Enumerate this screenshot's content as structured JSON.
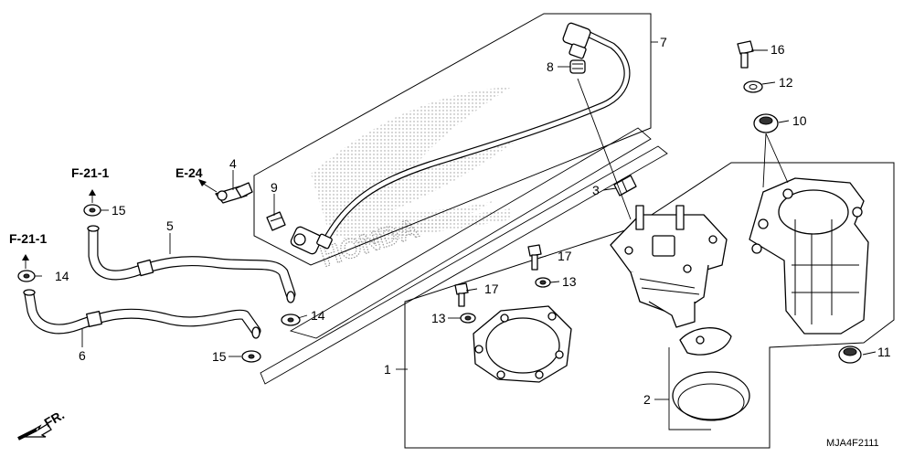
{
  "diagram": {
    "drawing_code": "MJA4F2111",
    "front_label": "FR.",
    "references": [
      {
        "id": "ref-f21-1-upper",
        "text": "F-21-1"
      },
      {
        "id": "ref-f21-1-lower",
        "text": "F-21-1"
      },
      {
        "id": "ref-e24",
        "text": "E-24"
      }
    ],
    "callouts": [
      {
        "number": "1"
      },
      {
        "number": "2"
      },
      {
        "number": "3"
      },
      {
        "number": "4"
      },
      {
        "number": "5"
      },
      {
        "number": "6"
      },
      {
        "number": "7"
      },
      {
        "number": "8"
      },
      {
        "number": "9"
      },
      {
        "number": "10"
      },
      {
        "number": "11"
      },
      {
        "number": "12"
      },
      {
        "number": "13"
      },
      {
        "number": "13"
      },
      {
        "number": "14"
      },
      {
        "number": "14"
      },
      {
        "number": "15"
      },
      {
        "number": "15"
      },
      {
        "number": "16"
      },
      {
        "number": "17"
      },
      {
        "number": "17"
      }
    ],
    "watermark_text": "HONDA"
  }
}
